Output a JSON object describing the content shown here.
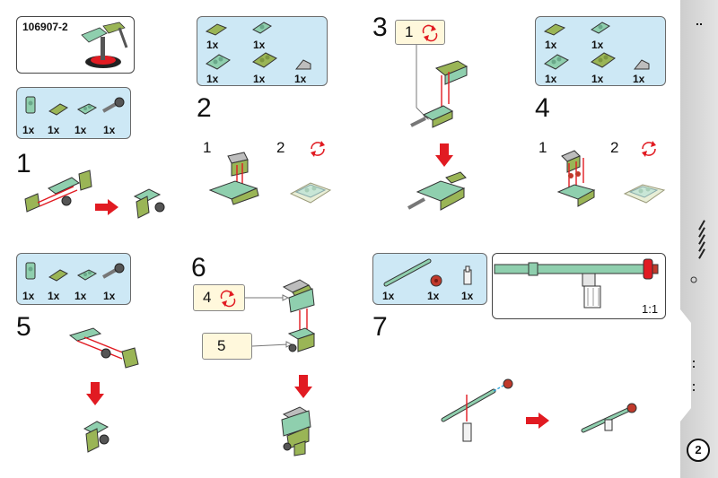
{
  "set_number": "106907-2",
  "steps": {
    "s1": "1",
    "s2": "2",
    "s3": "3",
    "s4": "4",
    "s5": "5",
    "s6": "6",
    "s7": "7"
  },
  "substeps": {
    "s2_a": "1",
    "s2_b": "2",
    "s3_a": "1",
    "s4_a": "1",
    "s4_b": "2",
    "s6_a": "4",
    "s6_b": "5"
  },
  "parts_step1": [
    "1x",
    "1x",
    "1x",
    "1x"
  ],
  "parts_step2": [
    "1x",
    "1x",
    "1x",
    "1x",
    "1x"
  ],
  "parts_step4": [
    "1x",
    "1x",
    "1x",
    "1x",
    "1x"
  ],
  "parts_step5": [
    "1x",
    "1x",
    "1x",
    "1x"
  ],
  "parts_step7": [
    "1x",
    "1x",
    "1x"
  ],
  "scale_label": "1:1",
  "page_number": "2",
  "colors": {
    "panel_bg": "#cde8f5",
    "callout_bg": "#fff8dc",
    "sand_green": "#8fcfae",
    "olive_green": "#9ab556",
    "arrow_red": "#e11b22",
    "dark_grey": "#555555"
  },
  "icons": [
    "rotate-icon",
    "red-arrow-icon",
    "scale-ruler-icon"
  ]
}
